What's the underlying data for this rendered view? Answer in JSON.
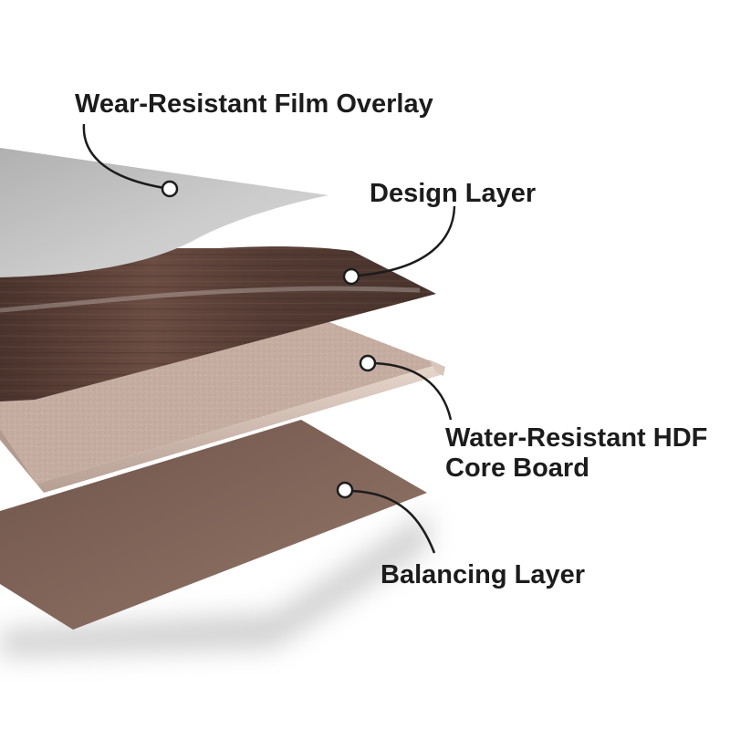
{
  "labels": {
    "wear_layer": "Wear-Resistant Film Overlay",
    "design_layer": "Design Layer",
    "core_board_line1": "Water-Resistant HDF",
    "core_board_line2": "Core Board",
    "balancing_layer": "Balancing Layer"
  },
  "colors": {
    "background": "#ffffff",
    "wear_film": "#bdbdbd",
    "design_wood": "#5a4038",
    "core_board": "#c6ada1",
    "balancing": "#7e6358",
    "callout_line": "#1c1c1c",
    "callout_marker": "#ffffff"
  }
}
